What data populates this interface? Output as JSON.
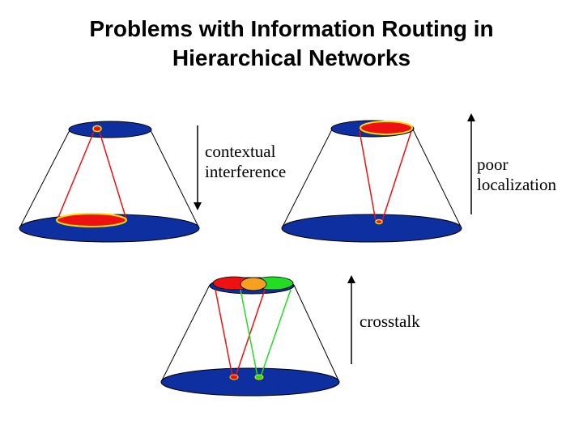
{
  "title": {
    "line1": "Problems with Information Routing in",
    "line2": "Hierarchical Networks"
  },
  "labels": {
    "contextual_line1": "contextual",
    "contextual_line2": "interference",
    "poor_line1": "poor",
    "poor_line2": "localization",
    "crosstalk": "crosstalk"
  },
  "colors": {
    "layer_fill": "#0d2fa0",
    "red_region": "#ee1111",
    "green_region": "#22dd22",
    "orange_region": "#f5a020",
    "highlight_border": "#f5e000"
  }
}
